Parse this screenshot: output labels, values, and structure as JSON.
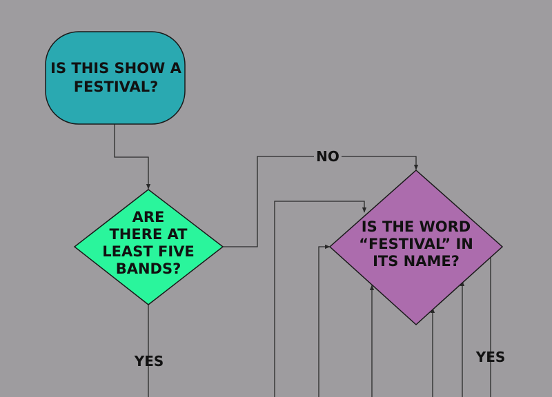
{
  "colors": {
    "background": "#9e9c9f",
    "start_fill": "#2aa9b1",
    "decision1_fill": "#2af59c",
    "decision2_fill": "#ac6cad",
    "stroke": "#1a1a1a"
  },
  "nodes": {
    "start": {
      "lines": [
        "IS THIS SHOW A",
        "FESTIVAL?"
      ]
    },
    "decision_bands": {
      "lines": [
        "ARE",
        "THERE AT",
        "LEAST FIVE",
        "BANDS?"
      ]
    },
    "decision_name": {
      "lines": [
        "IS THE WORD",
        "“FESTIVAL” IN",
        "ITS NAME?"
      ]
    }
  },
  "edges": {
    "no_label": "NO",
    "yes_label_left": "YES",
    "yes_label_right": "YES"
  }
}
